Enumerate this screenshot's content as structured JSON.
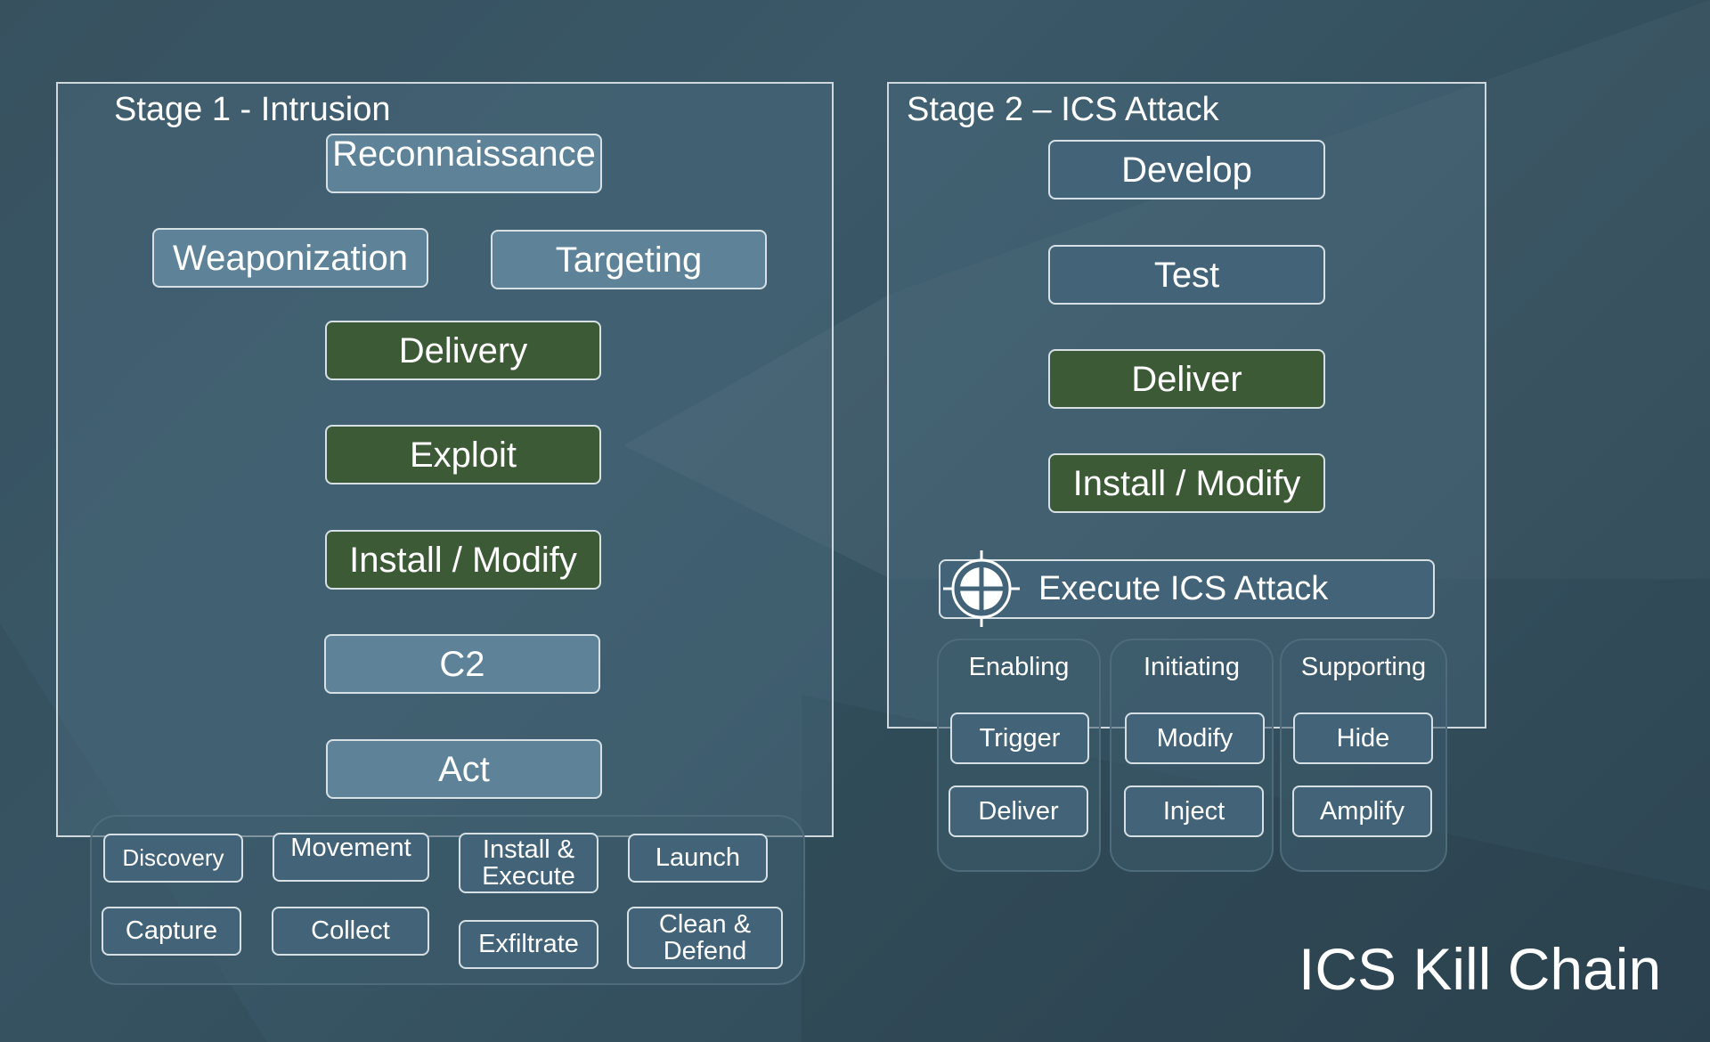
{
  "stage1": {
    "title": "Stage 1 - Intrusion",
    "steps": {
      "reconnaissance": "Reconnaissance",
      "weaponization": "Weaponization",
      "targeting": "Targeting",
      "delivery": "Delivery",
      "exploit": "Exploit",
      "install_modify": "Install / Modify",
      "c2": "C2",
      "act": "Act"
    },
    "act_actions": {
      "discovery": "Discovery",
      "movement": "Movement",
      "install_execute": "Install & Execute",
      "launch": "Launch",
      "capture": "Capture",
      "collect": "Collect",
      "exfiltrate": "Exfiltrate",
      "clean_defend": "Clean & Defend"
    }
  },
  "stage2": {
    "title": "Stage 2 – ICS Attack",
    "steps": {
      "develop": "Develop",
      "test": "Test",
      "deliver": "Deliver",
      "install_modify": "Install / Modify"
    },
    "execute": "Execute ICS Attack",
    "columns": {
      "enabling": {
        "title": "Enabling",
        "items": [
          "Trigger",
          "Deliver"
        ]
      },
      "initiating": {
        "title": "Initiating",
        "items": [
          "Modify",
          "Inject"
        ]
      },
      "supporting": {
        "title": "Supporting",
        "items": [
          "Hide",
          "Amplify"
        ]
      }
    }
  },
  "main_title": "ICS Kill Chain",
  "colors": {
    "box_light": "#5e8398",
    "box_dark": "#436478",
    "box_green": "#3d5a37",
    "border": "#d6e0e5"
  },
  "icons": {
    "execute": "crosshair-icon"
  }
}
